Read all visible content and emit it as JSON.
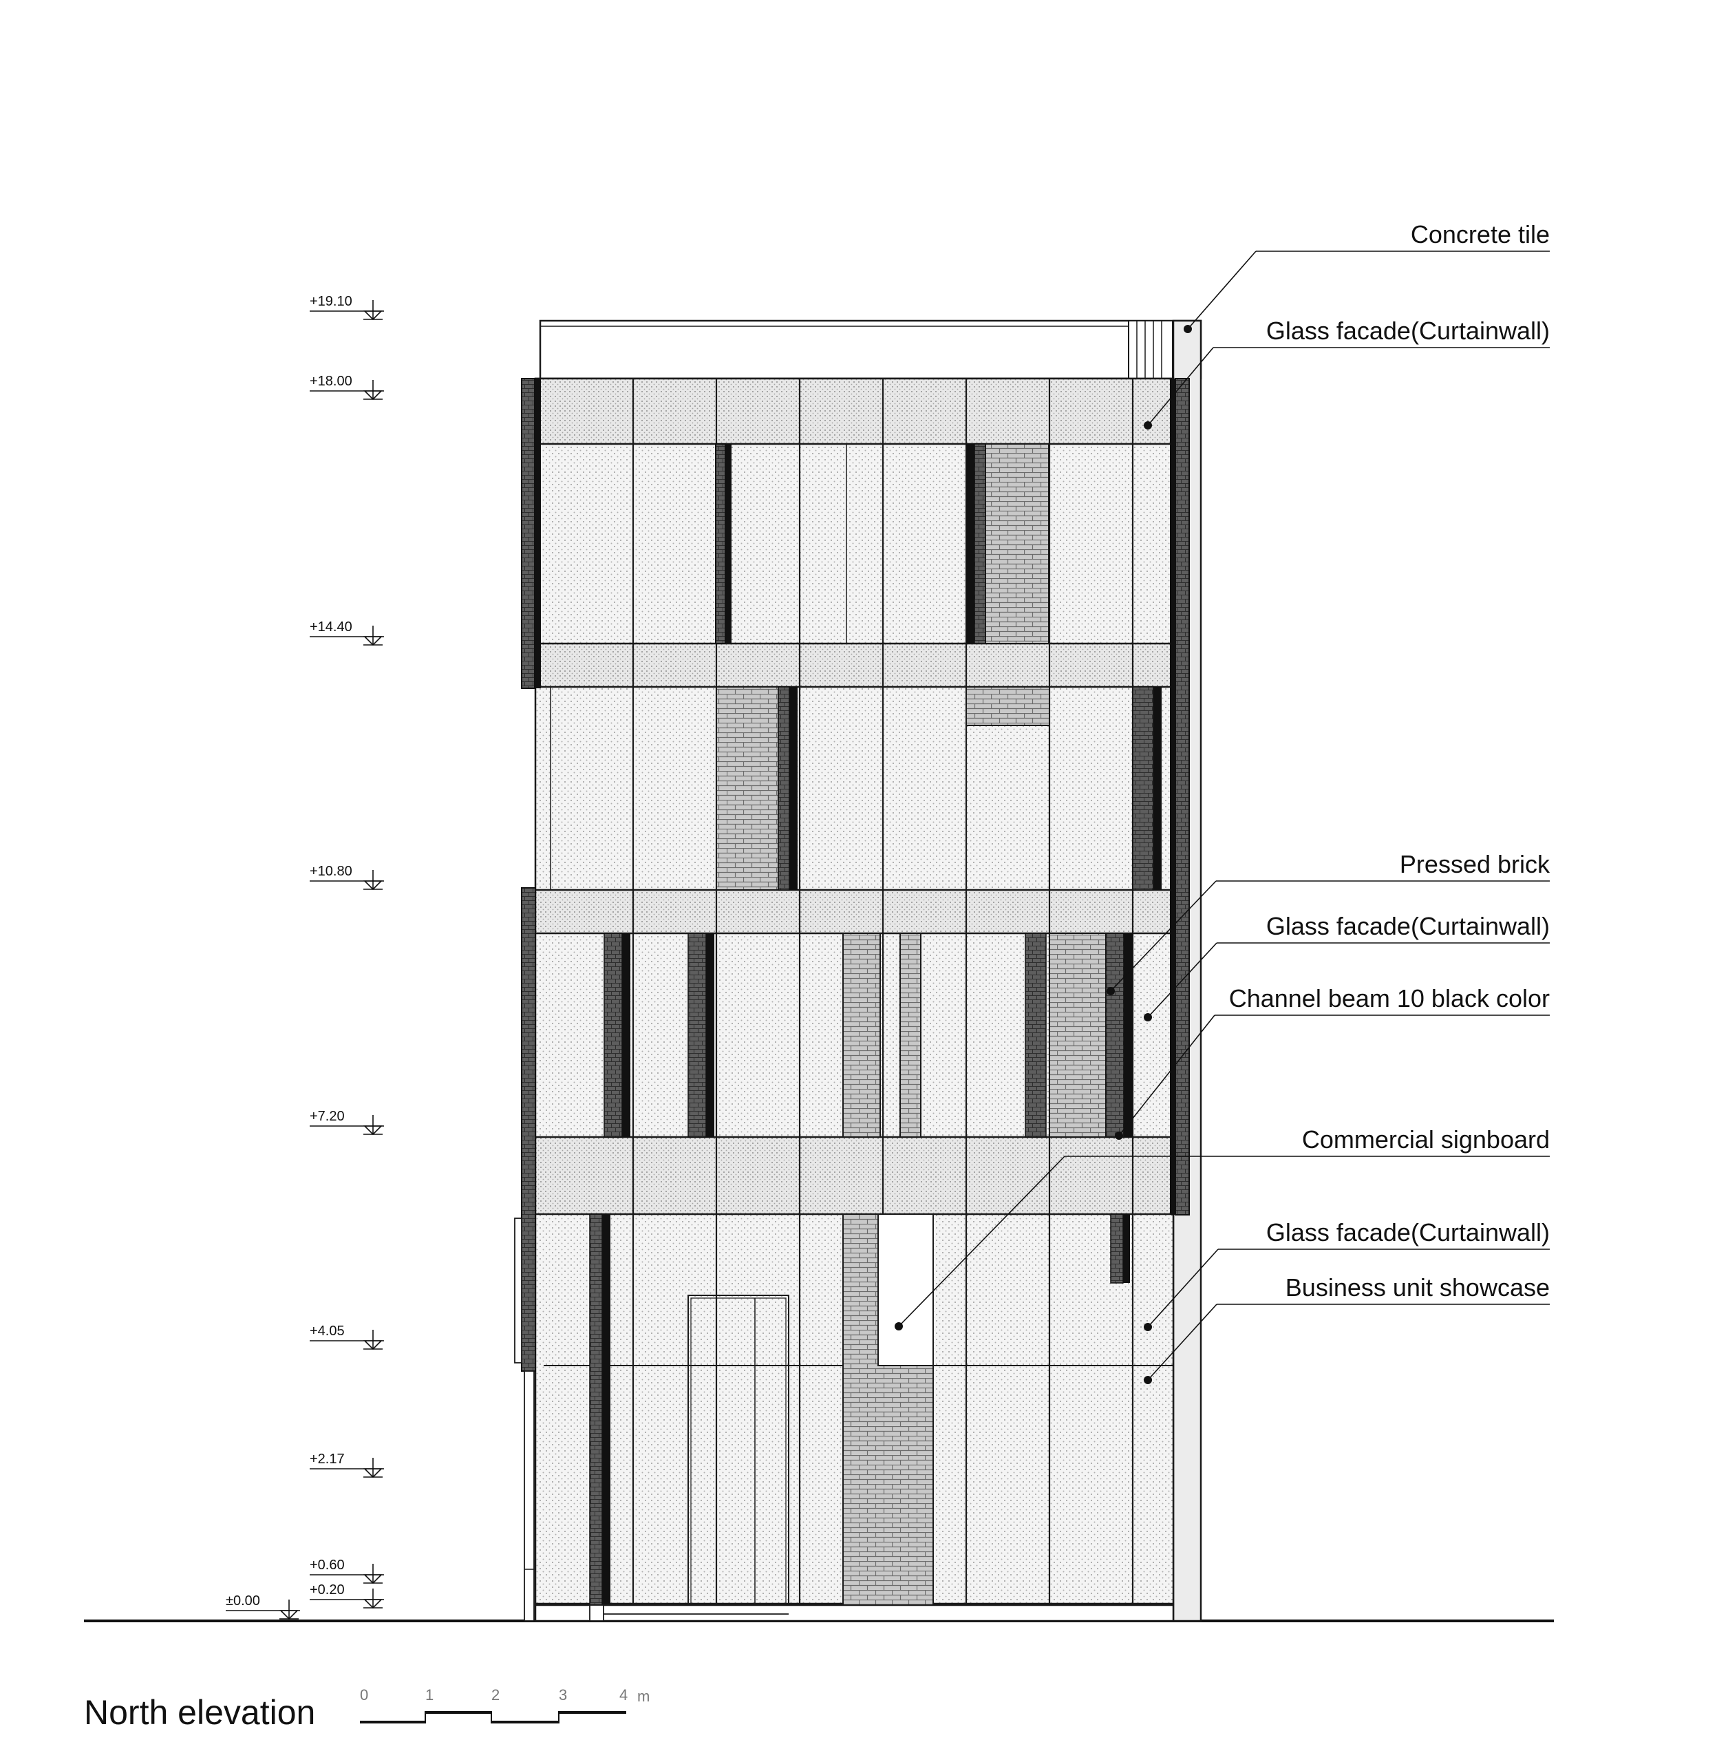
{
  "title": "North elevation",
  "colors": {
    "line": "#1a1a1a",
    "glass": "#f2f2f2",
    "band": "#e9e9e9",
    "brick": "#cfcfcf",
    "dark": "#6a6a6a"
  },
  "levels": [
    {
      "label": "+19.10"
    },
    {
      "label": "+18.00"
    },
    {
      "label": "+14.40"
    },
    {
      "label": "+10.80"
    },
    {
      "label": "+7.20"
    },
    {
      "label": "+4.05"
    },
    {
      "label": "+2.17"
    },
    {
      "label": "+0.60"
    },
    {
      "label": "+0.20"
    },
    {
      "label": "±0.00"
    }
  ],
  "annotations": [
    {
      "label": "Concrete tile"
    },
    {
      "label": "Glass facade(Curtainwall)"
    },
    {
      "label": "Pressed brick"
    },
    {
      "label": "Glass facade(Curtainwall)"
    },
    {
      "label": "Channel beam 10 black color"
    },
    {
      "label": "Commercial signboard"
    },
    {
      "label": "Glass facade(Curtainwall)"
    },
    {
      "label": "Business unit showcase"
    }
  ],
  "scale": {
    "ticks": [
      "0",
      "1",
      "2",
      "3",
      "4"
    ],
    "unit": "m"
  }
}
